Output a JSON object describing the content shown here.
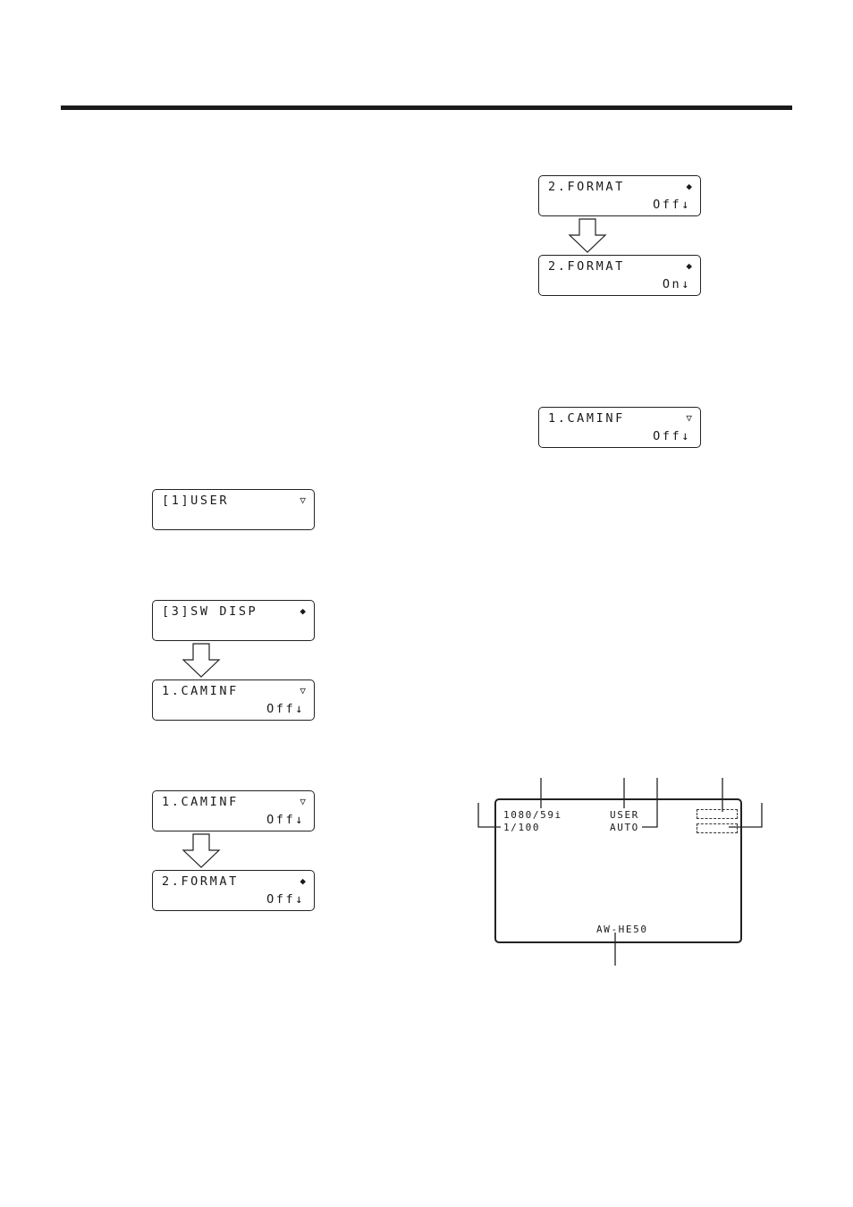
{
  "displays": {
    "user": {
      "line1": "[1]USER",
      "line2": "",
      "indicator": "▽"
    },
    "sw_disp": {
      "line1": "[3]SW DISP",
      "line2": "",
      "indicator": "◆"
    },
    "caminf_a": {
      "line1": "1.CAMINF",
      "line2": "Off↓",
      "indicator": "▽"
    },
    "caminf_b": {
      "line1": "1.CAMINF",
      "line2": "Off↓",
      "indicator": "▽"
    },
    "format_a": {
      "line1": "2.FORMAT",
      "line2": "Off↓",
      "indicator": "◆"
    },
    "format_off": {
      "line1": "2.FORMAT",
      "line2": "Off↓",
      "indicator": "◆"
    },
    "format_on": {
      "line1": "2.FORMAT",
      "line2": "On↓",
      "indicator": "◆"
    },
    "caminf_c": {
      "line1": "1.CAMINF",
      "line2": "Off↓",
      "indicator": "▽"
    }
  },
  "monitor": {
    "format": "1080/59i",
    "shutter": "1/100",
    "scene": "USER",
    "white_balance": "AUTO",
    "model": "AW-HE50"
  }
}
